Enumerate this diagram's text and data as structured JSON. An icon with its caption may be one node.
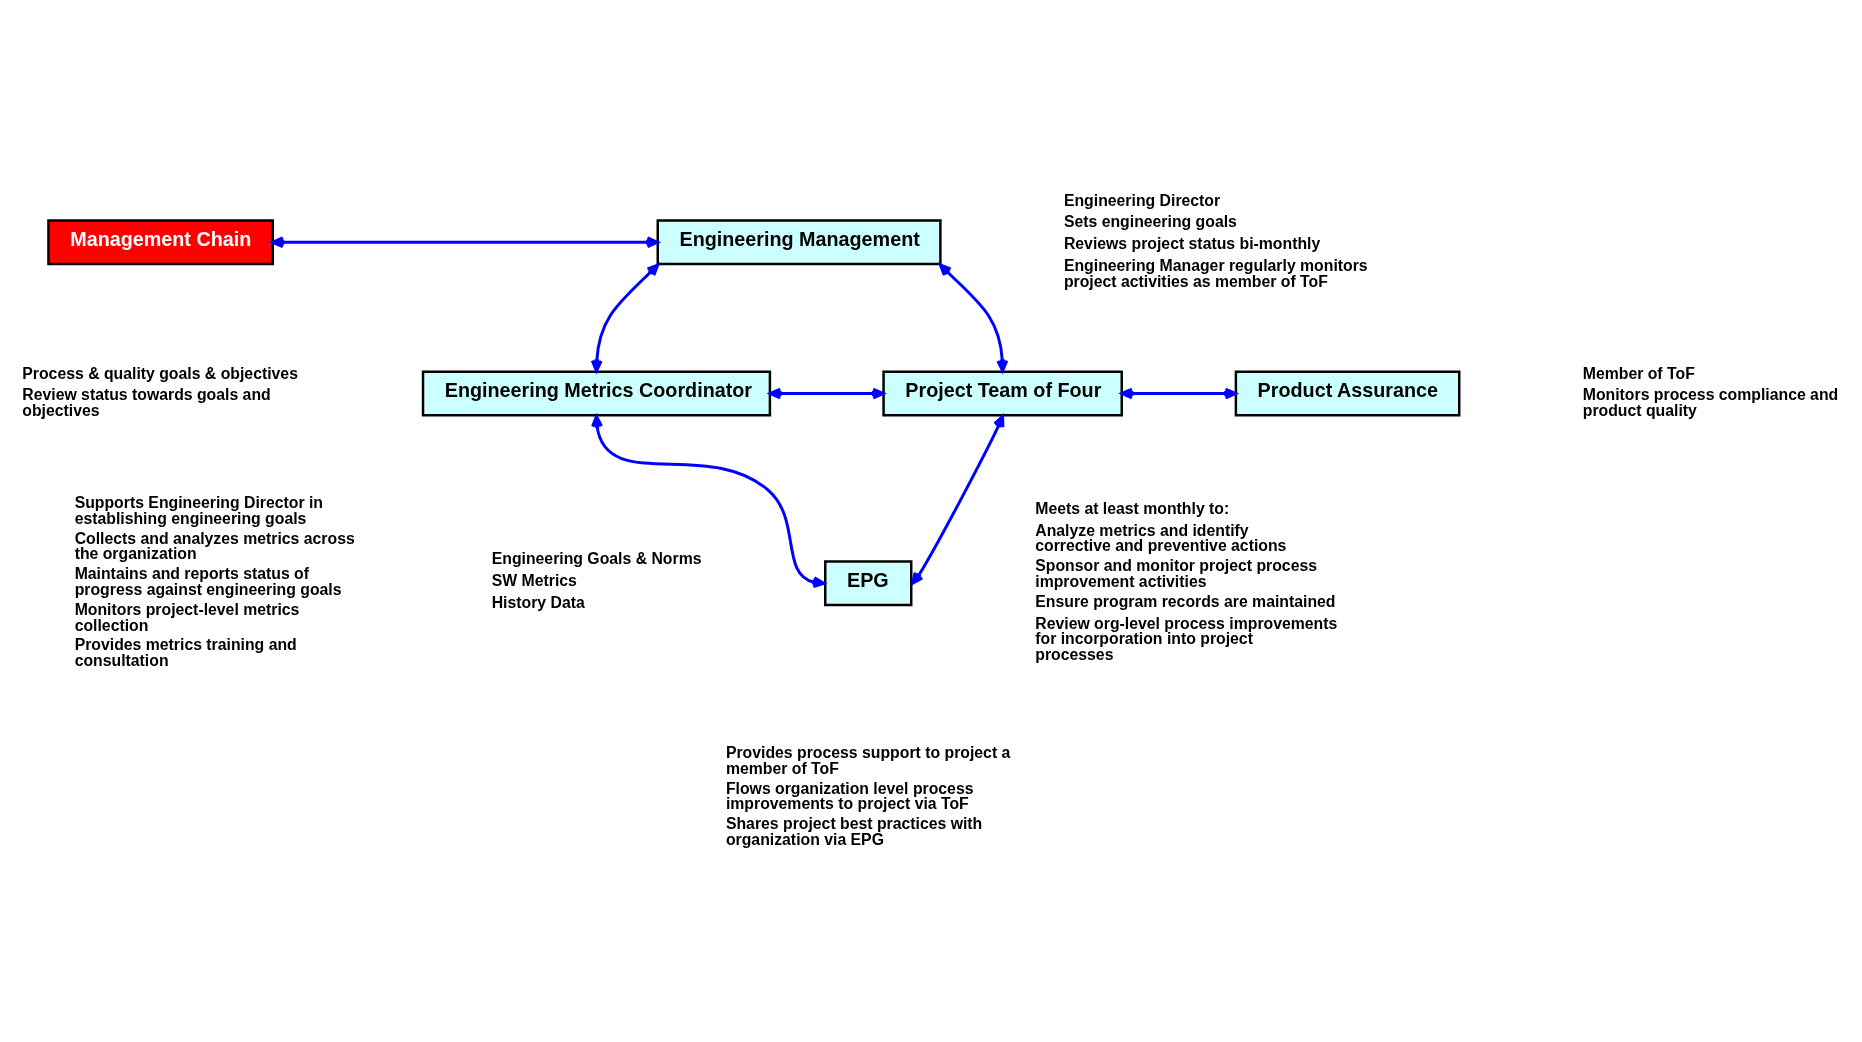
{
  "diagram": {
    "nodes": [
      {
        "text": [
          "Management Chain"
        ],
        "beside": [
          "Process & quality goals & objectives",
          "Review status towards goals and objectives"
        ]
      },
      {
        "text": [
          "Engineering Management"
        ],
        "beside": [
          "Engineering Director",
          "Sets engineering goals",
          "Reviews project status bi-monthly",
          "Engineering Manager regularly monitors project activities as member of ToF"
        ]
      },
      {
        "text": [
          "Engineering Metrics Coordinator"
        ],
        "beside": [
          "Supports Engineering Director in establishing engineering goals",
          "Collects and analyzes metrics across the organization",
          "Maintains and reports status of progress against engineering goals",
          "Monitors project-level metrics collection",
          "Provides metrics training and consultation"
        ]
      },
      {
        "text": [
          "Project Team of Four"
        ],
        "beside": [
          "Meets at least monthly to:",
          "Analyze metrics and identify corrective and preventive actions",
          "Sponsor and monitor project process improvement activities",
          "Ensure program records are maintained",
          "Review org-level process improvements for incorporation into project processes"
        ]
      },
      {
        "text": [
          "Product Assurance"
        ],
        "beside": [
          "Member of ToF",
          "Monitors process compliance and product quality"
        ]
      },
      {
        "text": [
          "EPG"
        ],
        "beside": [
          "Provides process support to project a member of ToF",
          "Flows organization level process improvements to project via ToF",
          "Shares project best practices with organization via EPG"
        ]
      }
    ],
    "edges": [
      {
        "from": 0,
        "to": 1,
        "arrow": "both"
      },
      {
        "from": 1,
        "to": 2,
        "arrow": "both"
      },
      {
        "from": 1,
        "to": 3,
        "arrow": "both"
      },
      {
        "from": 2,
        "to": 3,
        "arrow": "both"
      },
      {
        "from": 3,
        "to": 4,
        "arrow": "both"
      },
      {
        "from": 2,
        "to": 5,
        "arrow": "both"
      },
      {
        "from": 3,
        "to": 5,
        "arrow": "both"
      }
    ],
    "labels": [
      "Engineering Goals & Norms",
      "SW Metrics",
      "History Data"
    ]
  }
}
